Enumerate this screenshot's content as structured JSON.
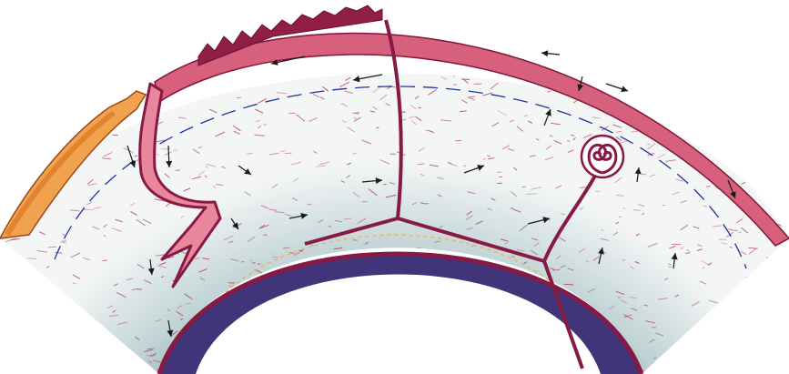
{
  "diagram": {
    "kind": "mantle-convection-cross-section",
    "labels": [],
    "colors": {
      "background": "#ffffff",
      "mantle_light": "#f3f5f6",
      "mantle_mid": "#a9c1c4",
      "mantle_deep": "#2f6d74",
      "crust": "#d7607d",
      "crust_dark": "#8f1f45",
      "slab_outline": "#861a44",
      "slab_fill": "#e9879d",
      "core_layer": "#413478",
      "continent": "#f0a24f",
      "continent_dark": "#d97724",
      "dashed_line_blue": "#23329c",
      "dashed_line_orange": "#f0b25b",
      "texture": "#b23a62",
      "arrow": "#1a1a1a"
    },
    "features": [
      {
        "name": "surface-plates",
        "icon": "plate-boundary"
      },
      {
        "name": "subducting-slab",
        "icon": "zigzag-slab"
      },
      {
        "name": "continental-block",
        "icon": "continent"
      },
      {
        "name": "mantle-plume",
        "icon": "plume-swirl"
      },
      {
        "name": "core-mantle-boundary",
        "icon": "dark-layer"
      },
      {
        "name": "convection-arrows",
        "icon": "arrow"
      }
    ]
  }
}
